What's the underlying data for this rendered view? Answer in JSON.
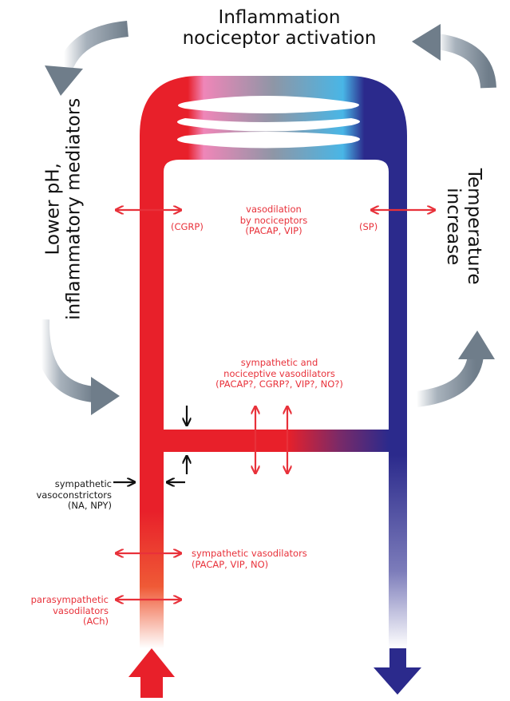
{
  "title": {
    "line1": "Inflammation",
    "line2": "nociceptor activation"
  },
  "left_side": {
    "line1": "Lower pH,",
    "line2": "inflammatory mediators"
  },
  "right_side": {
    "line1": "Temperature",
    "line2": "increase"
  },
  "labels": {
    "cgrp": "(CGRP)",
    "sp": "(SP)",
    "noci_line1": "vasodilation",
    "noci_line2": "by nociceptors",
    "noci_line3": "(PACAP, VIP)",
    "symp_noci_line1": "sympathetic and",
    "symp_noci_line2": "nociceptive vasodilators",
    "symp_noci_line3": "(PACAP?, CGRP?, VIP?, NO?)",
    "constr_line1": "sympathetic",
    "constr_line2": "vasoconstrictors",
    "constr_line3": "(NA, NPY)",
    "sympvd_line1": "sympathetic vasodilators",
    "sympvd_line2": "(PACAP, VIP, NO)",
    "para_line1": "parasympathetic",
    "para_line2": "vasodilators",
    "para_line3": "(ACh)"
  },
  "colors": {
    "artery": "#e8202a",
    "vein": "#2b2a8c",
    "capillary_pink": "#ef86b8",
    "capillary_cyan": "#49b6e6",
    "label_red": "#e8313a",
    "gray_arrow": "#7d8a96"
  }
}
